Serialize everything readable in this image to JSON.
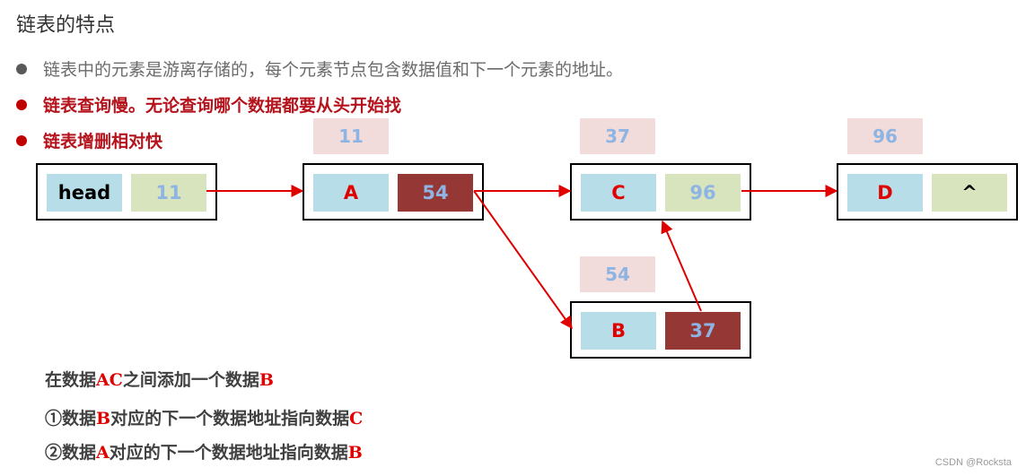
{
  "title": "链表的特点",
  "bullets": [
    "链表中的元素是游离存储的，每个元素节点包含数据值和下一个元素的地址。",
    "链表查询慢。无论查询哪个数据都要从头开始找",
    "链表增删相对快"
  ],
  "nodes": {
    "head": {
      "data": "head",
      "next": "11"
    },
    "A": {
      "addr": "11",
      "data": "A",
      "next": "54"
    },
    "C": {
      "addr": "37",
      "data": "C",
      "next": "96"
    },
    "D": {
      "addr": "96",
      "data": "D",
      "next": "^"
    },
    "B": {
      "addr": "54",
      "data": "B",
      "next": "37"
    }
  },
  "steps": {
    "s1": {
      "p1": "在数据",
      "h1": "AC",
      "p2": "之间添加一个数据",
      "h2": "B"
    },
    "s2": {
      "p1": "①数据",
      "h1": "B",
      "p2": "对应的下一个数据地址指向数据",
      "h2": "C"
    },
    "s3": {
      "p1": "②数据",
      "h1": "A",
      "p2": "对应的下一个数据地址指向数据",
      "h2": "B"
    }
  },
  "watermark": "CSDN @Rockstа",
  "colors": {
    "arrow": "#e00000",
    "addr_bg": "#f2dcdb",
    "data_bg": "#b7dde8",
    "next_bg": "#d7e4bd",
    "modified_next_bg": "#953735"
  }
}
